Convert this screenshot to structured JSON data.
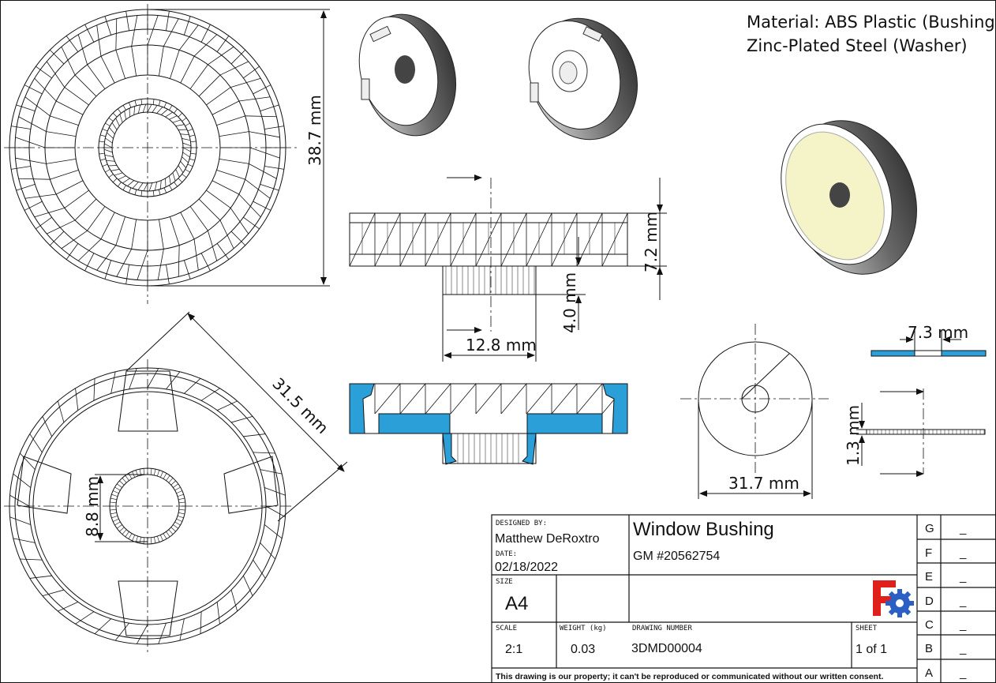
{
  "material": {
    "line1": "Material: ABS Plastic (Bushing)",
    "line2": "Zinc-Plated Steel (Washer)"
  },
  "dimensions": {
    "outer_diameter": "38.7 mm",
    "height": "7.2 mm",
    "boss_height": "4.0 mm",
    "boss_diameter": "12.8 mm",
    "diagonal": "31.5 mm",
    "bore": "8.8 mm",
    "washer_diameter": "31.7 mm",
    "washer_bore": "7.3 mm",
    "washer_thickness": "1.3 mm"
  },
  "title_block": {
    "designed_by_label": "DESIGNED BY:",
    "designer": "Matthew DeRoxtro",
    "date_label": "DATE:",
    "date": "02/18/2022",
    "title": "Window Bushing",
    "subtitle": "GM #20562754",
    "size_label": "SIZE",
    "size": "A4",
    "scale_label": "SCALE",
    "scale": "2:1",
    "weight_label": "WEIGHT (kg)",
    "weight": "0.03",
    "drawing_number_label": "DRAWING NUMBER",
    "drawing_number": "3DMD00004",
    "sheet_label": "SHEET",
    "sheet": "1 of 1",
    "notice": "This drawing is our property; it can't be reproduced or communicated without our written consent.",
    "revisions": [
      {
        "letter": "G",
        "value": "_"
      },
      {
        "letter": "F",
        "value": "_"
      },
      {
        "letter": "E",
        "value": "_"
      },
      {
        "letter": "D",
        "value": "_"
      },
      {
        "letter": "C",
        "value": "_"
      },
      {
        "letter": "B",
        "value": "_"
      },
      {
        "letter": "A",
        "value": "_"
      }
    ]
  },
  "colors": {
    "section_fill": "#2a9fd8",
    "washer_face": "#f4f4c8",
    "rim_dark": "#555555"
  }
}
